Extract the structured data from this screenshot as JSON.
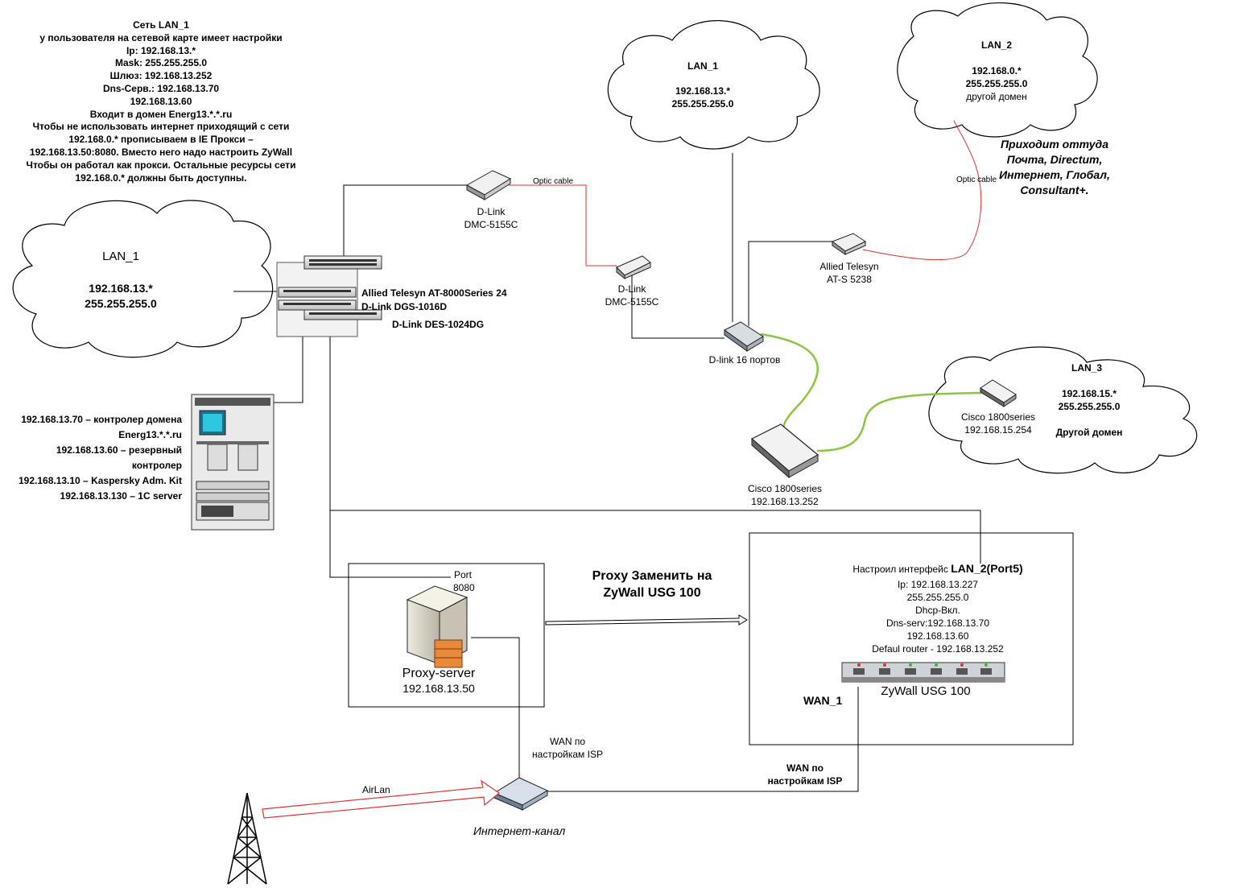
{
  "top_note": {
    "lines": [
      "Сеть LAN_1",
      "у пользователя на сетевой карте имеет настройки",
      "Ip: 192.168.13.*",
      "Mask: 255.255.255.0",
      "Шлюз: 192.168.13.252",
      "Dns-Серв.: 192.168.13.70",
      "192.168.13.60",
      "Входит в домен Energ13.*.*.ru",
      "Чтобы не использовать интернет приходящий с сети",
      "192.168.0.* прописываем в IE Прокси –",
      "192.168.13.50:8080. Вместо него надо настроить ZyWall",
      "Чтобы он работал как прокси. Остальные ресурсы сети",
      "192.168.0.* должны быть доступны."
    ]
  },
  "clouds": {
    "lan1_left": {
      "name": "LAN_1",
      "ip": "192.168.13.*",
      "mask": "255.255.255.0"
    },
    "lan1_top": {
      "name": "LAN_1",
      "ip": "192.168.13.*",
      "mask": "255.255.255.0"
    },
    "lan2": {
      "name": "LAN_2",
      "ip": "192.168.0.*",
      "mask": "255.255.255.0",
      "domain": "другой домен"
    },
    "lan3": {
      "name": "LAN_3",
      "ip": "192.168.15.*",
      "mask": "255.255.255.0",
      "domain": "Другой домен",
      "router_name": "Cisco 1800series",
      "router_ip": "192.168.15.254"
    }
  },
  "lan2_note": [
    "Приходит оттуда",
    "Почта, Directum,",
    "Интернет, Глобал,",
    "Consultant+."
  ],
  "devices": {
    "dmc1": {
      "name": "D-Link",
      "model": "DMC-5155C"
    },
    "dmc2": {
      "name": "D-Link",
      "model": "DMC-5155C"
    },
    "allied_small": {
      "name": "Allied Telesyn",
      "model": "AT-S 5238"
    },
    "dlink16": {
      "label": "D-link 16 портов"
    },
    "cisco_main": {
      "name": "Cisco 1800series",
      "ip": "192.168.13.252"
    },
    "rack_labels": [
      "Allied Telesyn AT-8000Series 24",
      "D-Link DGS-1016D",
      "D-Link DES-1024DG"
    ],
    "proxy": {
      "port": "Port",
      "port_num": "8080",
      "name": "Proxy-server",
      "ip": "192.168.13.50"
    },
    "zywall": {
      "name": "ZyWall USG 100",
      "wan": "WAN_1"
    },
    "internet": {
      "label": "Интернет-канал"
    }
  },
  "cables": {
    "optic1": "Optic cable",
    "optic2": "Optic cable",
    "airlan": "AirLan"
  },
  "server_list": [
    "192.168.13.70 – контролер домена",
    "Energ13.*.*.ru",
    "192.168.13.60 – резервный",
    "контролер",
    "192.168.13.10 – Kaspersky Adm. Kit",
    "192.168.13.130 – 1C server"
  ],
  "proxy_replace": [
    "Proxy Заменить на",
    "ZyWall USG 100"
  ],
  "zywall_settings": {
    "prefix": "Настроил интерфейс ",
    "iface": "LAN_2(Port5)",
    "lines": [
      "Ip: 192.168.13.227",
      "255.255.255.0",
      "Dhcp-Вкл.",
      "Dns-serv:192.168.13.70",
      "192.168.13.60",
      "Defaul router  - 192.168.13.252"
    ]
  },
  "wan_labels": {
    "proxy_wan": [
      "WAN по",
      "настройкам ISP"
    ],
    "zywall_wan": [
      "WAN по",
      "настройкам ISP"
    ]
  },
  "colors": {
    "optic": "#e03030",
    "green_link": "#8cc63f",
    "line": "#000000"
  }
}
